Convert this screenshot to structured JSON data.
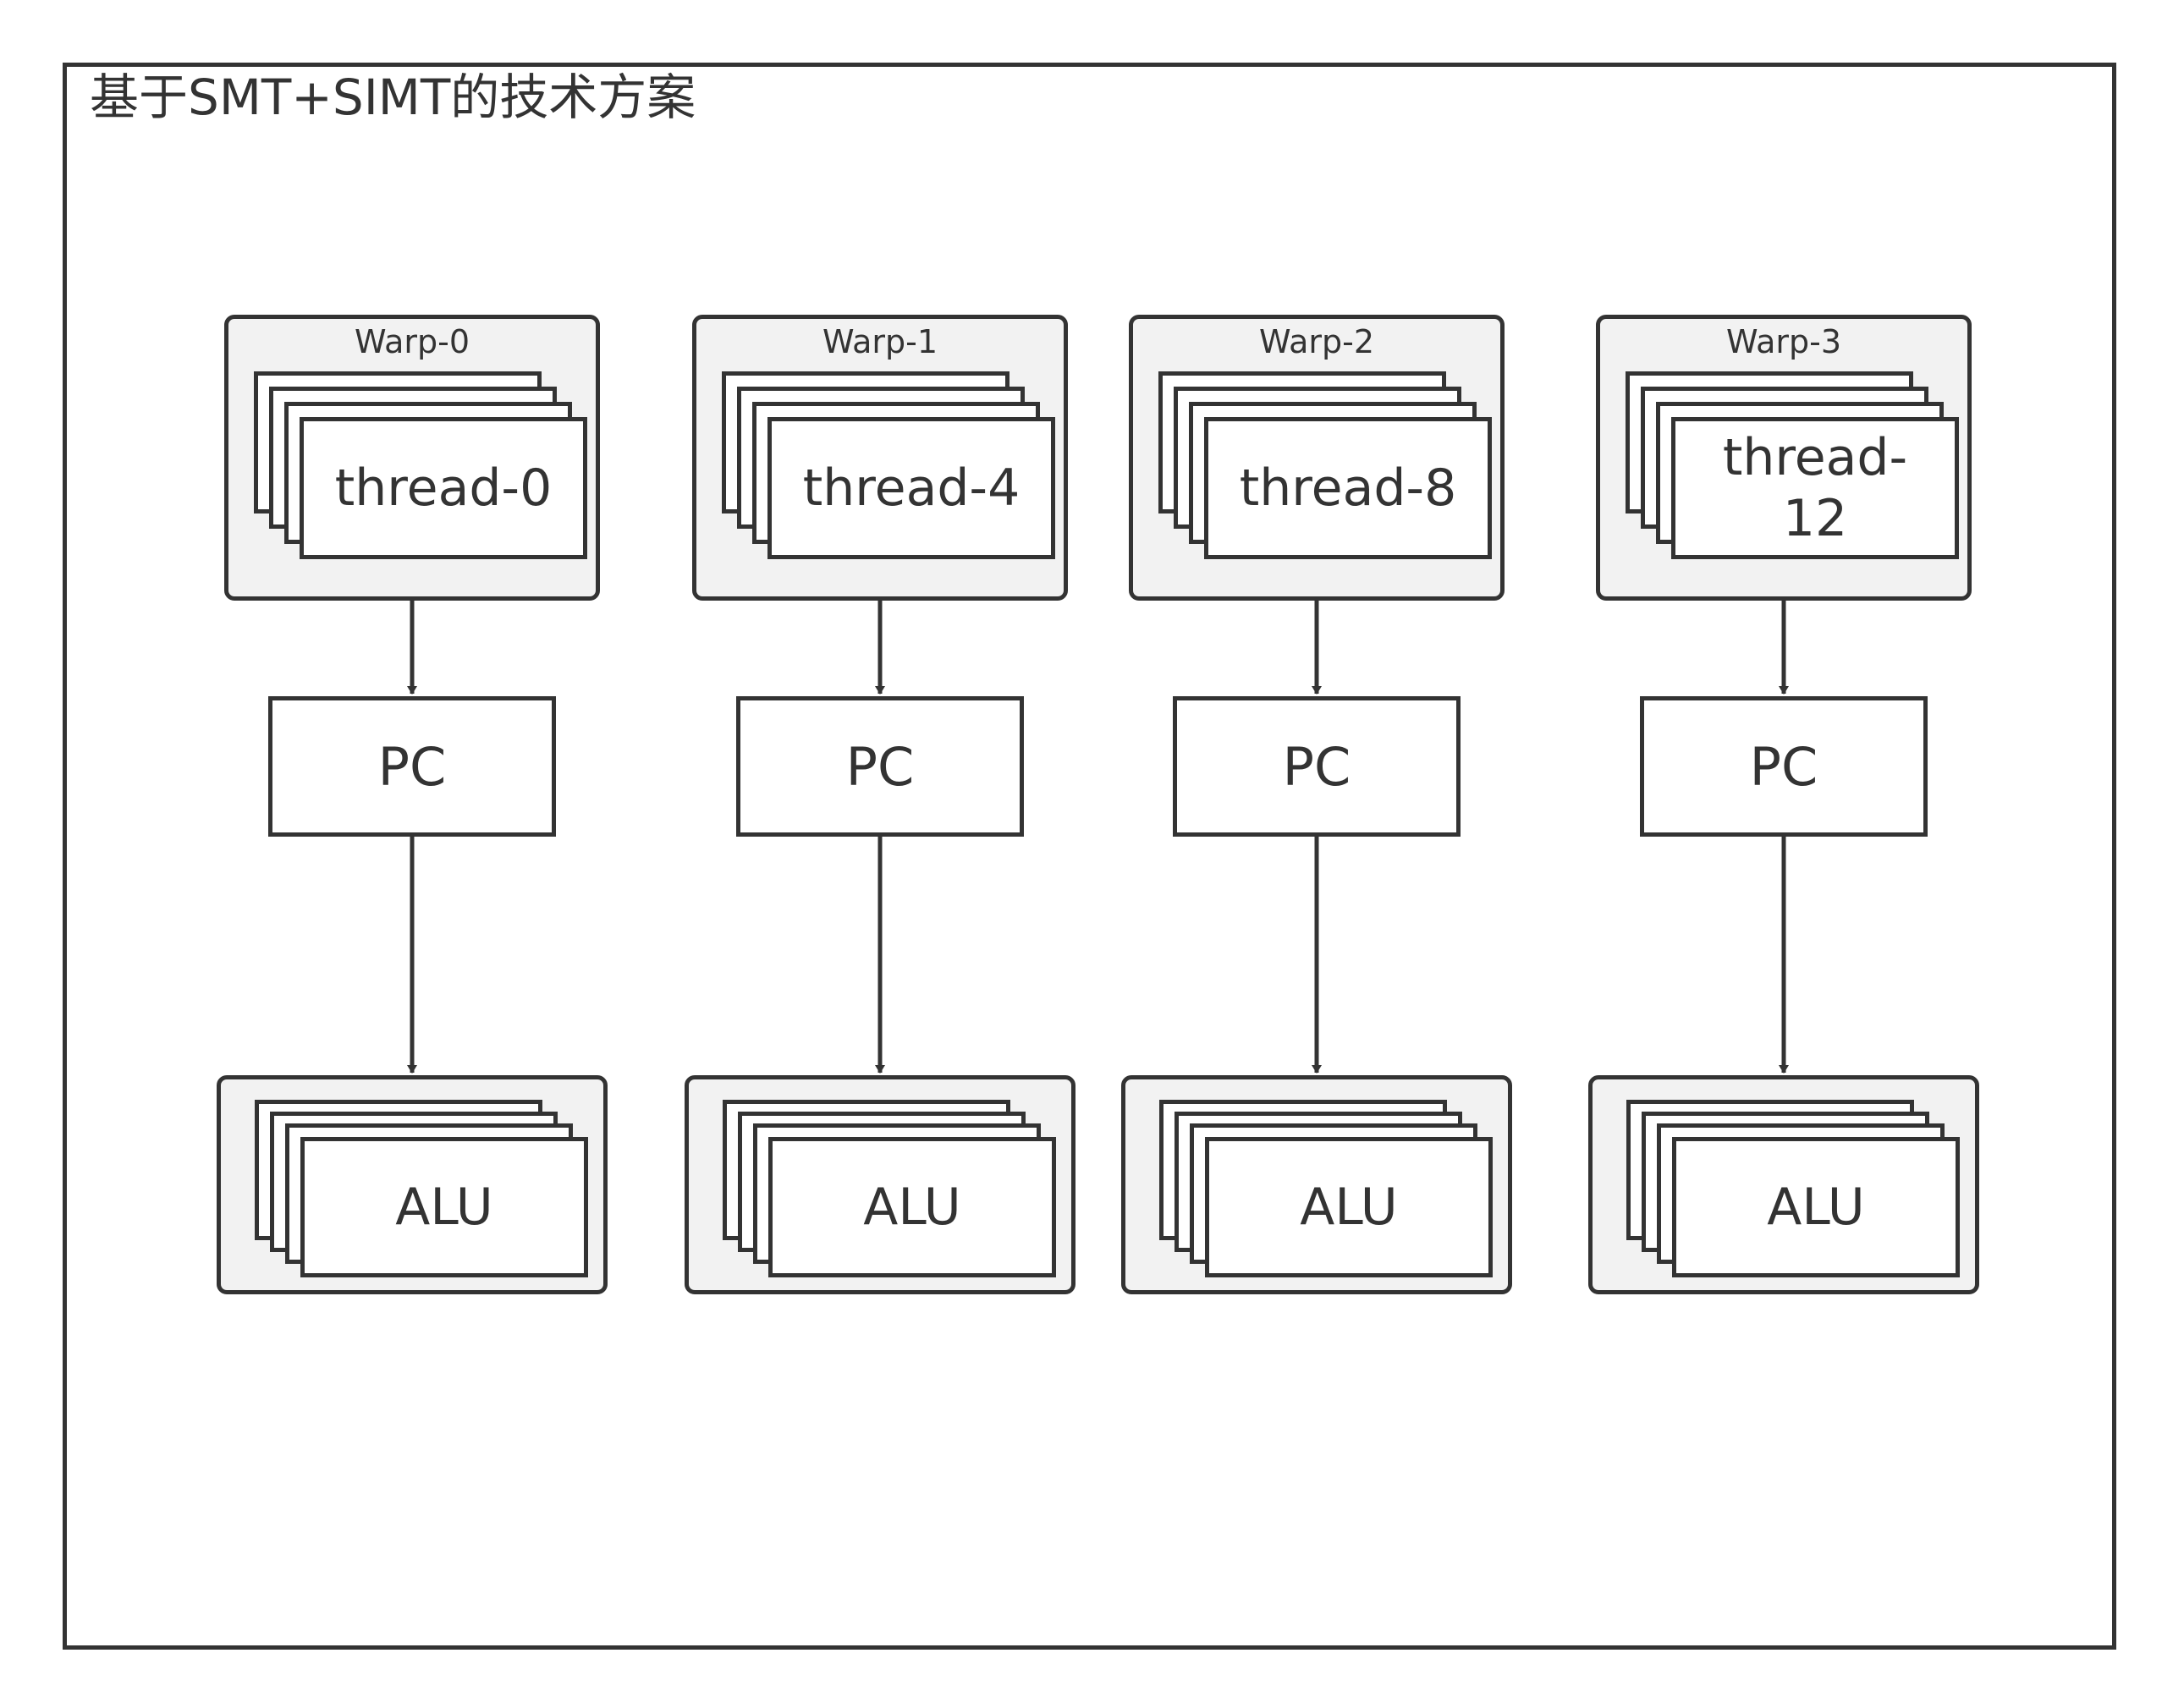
{
  "title": "基于SMT+SIMT的技术方案",
  "columns": [
    {
      "warp_label": "Warp-0",
      "thread_label": "thread-0",
      "pc_label": "PC",
      "alu_label": "ALU"
    },
    {
      "warp_label": "Warp-1",
      "thread_label": "thread-4",
      "pc_label": "PC",
      "alu_label": "ALU"
    },
    {
      "warp_label": "Warp-2",
      "thread_label": "thread-8",
      "pc_label": "PC",
      "alu_label": "ALU"
    },
    {
      "warp_label": "Warp-3",
      "thread_label": "thread-12",
      "pc_label": "PC",
      "alu_label": "ALU"
    }
  ],
  "colors": {
    "stroke": "#333333",
    "group_fill": "#f2f2f2",
    "box_fill": "#ffffff"
  }
}
